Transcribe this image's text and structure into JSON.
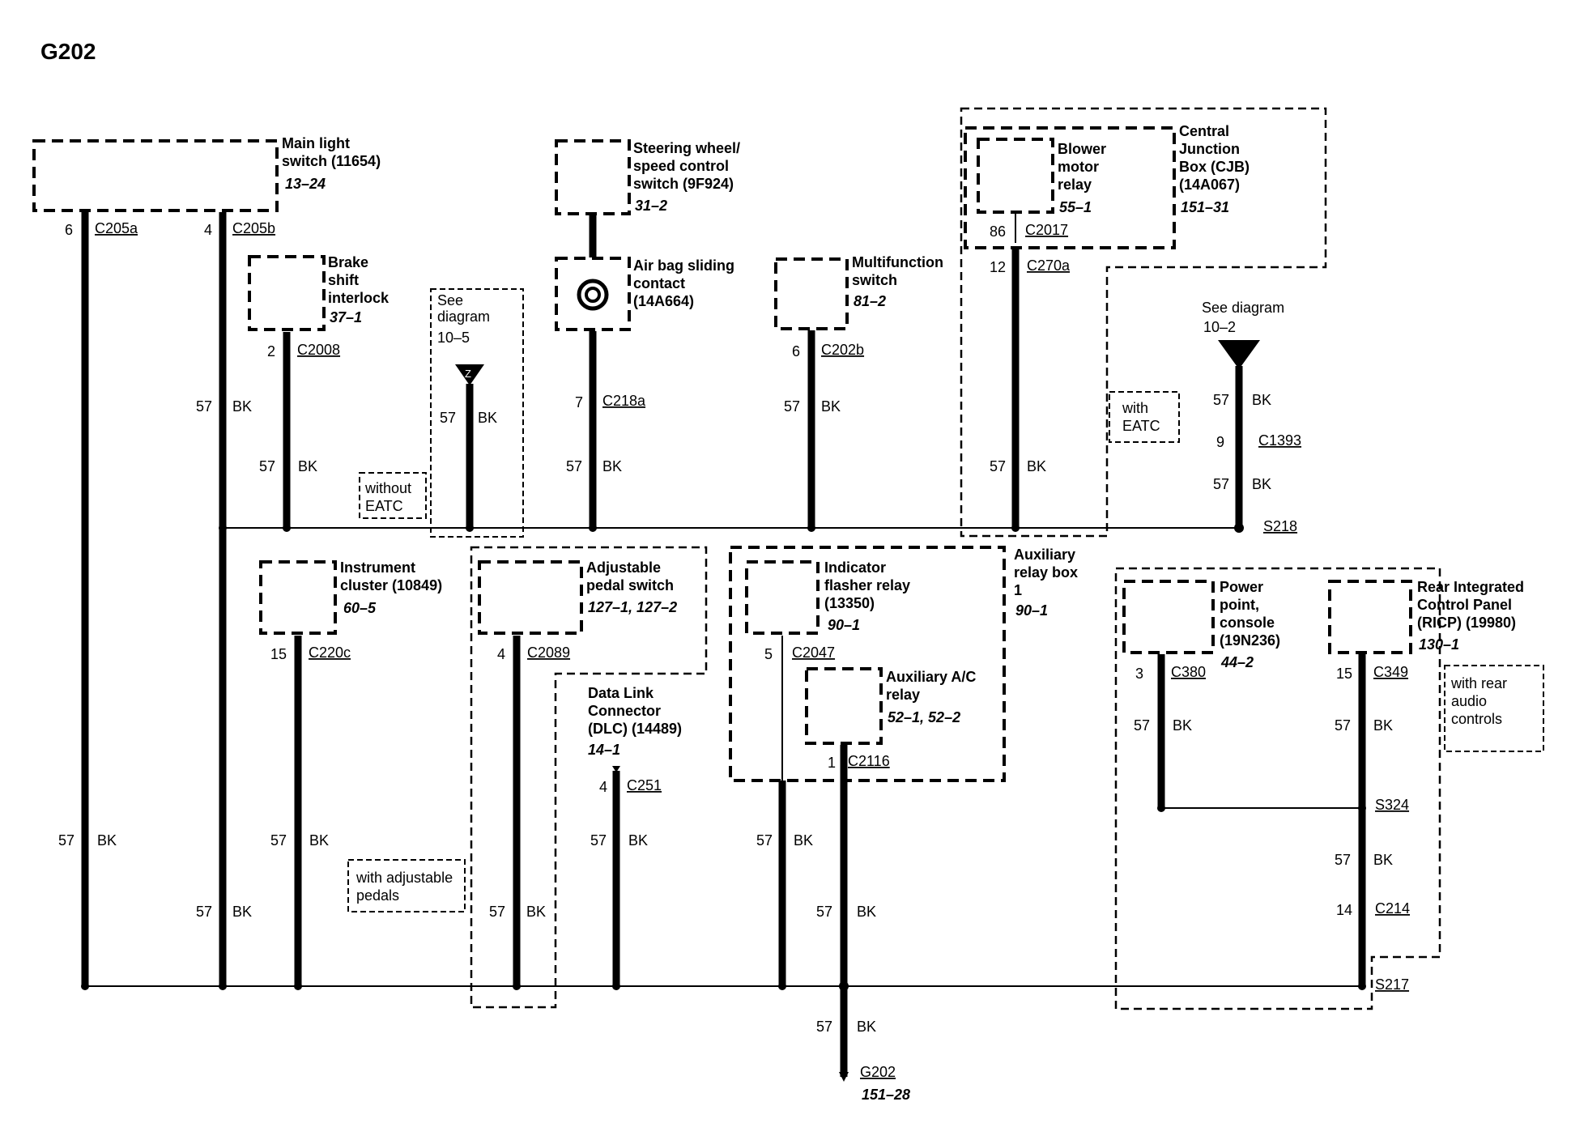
{
  "title": "G202",
  "components": {
    "main_light_switch": {
      "name1": "Main light",
      "name2": "switch (11654)",
      "ref": "13–24"
    },
    "brake_shift_interlock": {
      "name1": "Brake",
      "name2": "shift",
      "name3": "interlock",
      "ref": "37–1"
    },
    "steering_wheel_switch": {
      "name1": "Steering wheel/",
      "name2": "speed control",
      "name3": "switch (9F924)",
      "ref": "31–2"
    },
    "air_bag_contact": {
      "name1": "Air bag sliding",
      "name2": "contact",
      "name3": "(14A664)"
    },
    "multifunction_switch": {
      "name1": "Multifunction",
      "name2": "switch",
      "ref": "81–2"
    },
    "blower_motor_relay": {
      "name1": "Blower",
      "name2": "motor",
      "name3": "relay",
      "ref": "55–1"
    },
    "central_junction_box": {
      "name1": "Central",
      "name2": "Junction",
      "name3": "Box (CJB)",
      "name4": "(14A067)",
      "ref": "151–31"
    },
    "instrument_cluster": {
      "name1": "Instrument",
      "name2": "cluster (10849)",
      "ref": "60–5"
    },
    "adjustable_pedal_switch": {
      "name1": "Adjustable",
      "name2": "pedal switch",
      "ref": "127–1, 127–2"
    },
    "dlc": {
      "name1": "Data Link",
      "name2": "Connector",
      "name3": "(DLC) (14489)",
      "ref": "14–1"
    },
    "indicator_flasher_relay": {
      "name1": "Indicator",
      "name2": "flasher relay",
      "name3": "(13350)",
      "ref": "90–1"
    },
    "auxiliary_relay_box": {
      "name1": "Auxiliary",
      "name2": "relay box",
      "name3": "1",
      "ref": "90–1"
    },
    "auxiliary_ac_relay": {
      "name1": "Auxiliary A/C",
      "name2": "relay",
      "ref": "52–1, 52–2"
    },
    "power_point": {
      "name1": "Power",
      "name2": "point,",
      "name3": "console",
      "name4": "(19N236)",
      "ref": "44–2"
    },
    "ricp": {
      "name1": "Rear Integrated",
      "name2": "Control Panel",
      "name3": "(RICP) (19980)",
      "ref": "130–1"
    }
  },
  "see_diagram_left": {
    "line1": "See",
    "line2": "diagram",
    "line3": "10–5",
    "symbol": "Z"
  },
  "see_diagram_right": {
    "line1": "See diagram",
    "line2": "10–2"
  },
  "notes": {
    "without_eatc": {
      "line1": "without",
      "line2": "EATC"
    },
    "with_eatc": {
      "line1": "with",
      "line2": "EATC"
    },
    "with_adjustable_pedals": {
      "line1": "with adjustable",
      "line2": "pedals"
    },
    "with_rear_audio": {
      "line1": "with rear",
      "line2": "audio",
      "line3": "controls"
    }
  },
  "connectors": {
    "c205a": {
      "pin": "6",
      "id": "C205a"
    },
    "c205b": {
      "pin": "4",
      "id": "C205b"
    },
    "c2008": {
      "pin": "2",
      "id": "C2008"
    },
    "c218a": {
      "pin": "7",
      "id": "C218a"
    },
    "c202b": {
      "pin": "6",
      "id": "C202b"
    },
    "c2017": {
      "pin": "86",
      "id": "C2017"
    },
    "c270a": {
      "pin": "12",
      "id": "C270a"
    },
    "c1393": {
      "pin": "9",
      "id": "C1393"
    },
    "c220c": {
      "pin": "15",
      "id": "C220c"
    },
    "c2089": {
      "pin": "4",
      "id": "C2089"
    },
    "c251": {
      "pin": "4",
      "id": "C251"
    },
    "c2047": {
      "pin": "5",
      "id": "C2047"
    },
    "c2116": {
      "pin": "1",
      "id": "C2116"
    },
    "c380": {
      "pin": "3",
      "id": "C380"
    },
    "c349": {
      "pin": "15",
      "id": "C349"
    },
    "c214": {
      "pin": "14",
      "id": "C214"
    }
  },
  "splices": {
    "s218": "S218",
    "s217": "S217",
    "s324": "S324"
  },
  "ground": {
    "id": "G202",
    "ref": "151–28"
  },
  "wire": {
    "circuit": "57",
    "color": "BK"
  }
}
